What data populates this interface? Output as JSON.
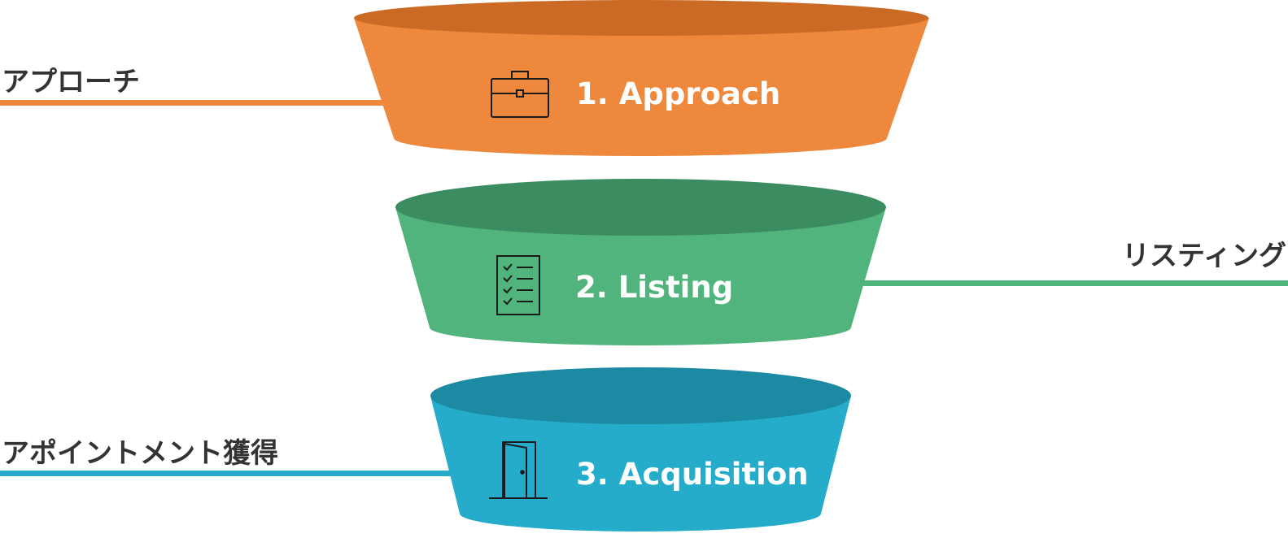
{
  "stages": [
    {
      "number": "1.",
      "title": "Approach",
      "side_label": "アプローチ",
      "icon": "briefcase-icon",
      "colors": {
        "body": "#ED883D",
        "top": "#CB6A24",
        "line": "#ED883D"
      }
    },
    {
      "number": "2.",
      "title": "Listing",
      "side_label": "リスティング",
      "icon": "checklist-icon",
      "colors": {
        "body": "#50B47C",
        "top": "#3C8C61",
        "line": "#50B47C"
      }
    },
    {
      "number": "3.",
      "title": "Acquisition",
      "side_label": "アポイントメント獲得",
      "icon": "open-door-icon",
      "colors": {
        "body": "#25ACCA",
        "top": "#1C8AA3",
        "line": "#25ACCA"
      }
    }
  ]
}
